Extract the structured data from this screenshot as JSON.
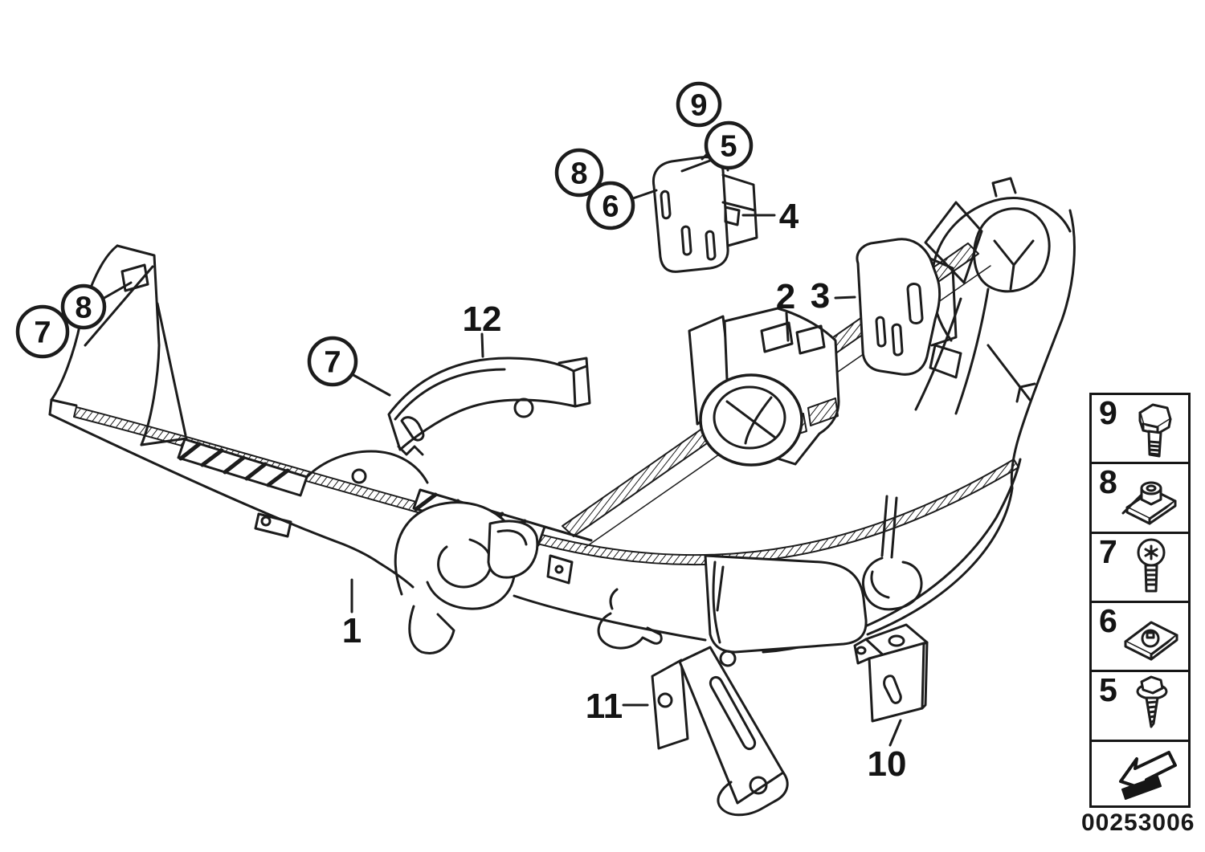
{
  "figure": {
    "id_code": "00253006"
  },
  "colors": {
    "background": "#ffffff",
    "ink": "#1c1c1c"
  },
  "callouts": {
    "circled": [
      {
        "label": "9"
      },
      {
        "label": "5"
      },
      {
        "label": "8"
      },
      {
        "label": "6"
      },
      {
        "label": "7"
      },
      {
        "label": "8"
      },
      {
        "label": "7"
      }
    ],
    "plain": [
      {
        "label": "4"
      },
      {
        "label": "2"
      },
      {
        "label": "3"
      },
      {
        "label": "12"
      },
      {
        "label": "1"
      },
      {
        "label": "11"
      },
      {
        "label": "10"
      }
    ]
  },
  "legend": {
    "items": [
      {
        "label": "9",
        "icon": "hex-bolt-icon"
      },
      {
        "label": "8",
        "icon": "cage-clip-nut-icon"
      },
      {
        "label": "7",
        "icon": "torx-screw-icon"
      },
      {
        "label": "6",
        "icon": "flat-clip-nut-icon"
      },
      {
        "label": "5",
        "icon": "self-tapping-screw-icon"
      },
      {
        "label": "",
        "icon": "direction-arrow-icon"
      }
    ]
  }
}
